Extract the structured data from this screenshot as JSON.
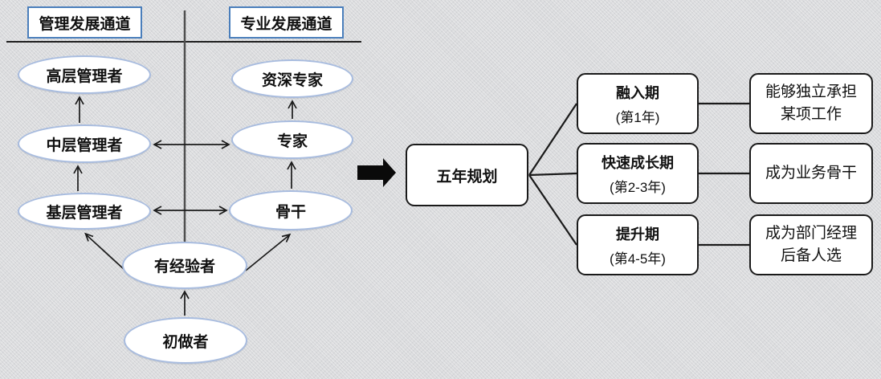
{
  "colors": {
    "background": "#dadbdd",
    "header_border": "#4a7ebb",
    "ellipse_border": "#a8bcdf",
    "box_border": "#1a1a1a",
    "divider_line": "#4f4f4f",
    "arrow": "#1a1a1a",
    "node_fill": "#ffffff"
  },
  "ladder": {
    "management": {
      "header": "管理发展通道",
      "levels": [
        "高层管理者",
        "中层管理者",
        "基层管理者"
      ]
    },
    "professional": {
      "header": "专业发展通道",
      "levels": [
        "资深专家",
        "专家",
        "骨干"
      ]
    },
    "entry": {
      "experienced": "有经验者",
      "beginner": "初做者"
    }
  },
  "plan": {
    "root": "五年规划",
    "phases": [
      {
        "name": "融入期",
        "period": "(第1年)",
        "goal": "能够独立承担某项工作"
      },
      {
        "name": "快速成长期",
        "period": "(第2-3年)",
        "goal": "成为业务骨干"
      },
      {
        "name": "提升期",
        "period": "(第4-5年)",
        "goal": "成为部门经理后备人选"
      }
    ]
  }
}
